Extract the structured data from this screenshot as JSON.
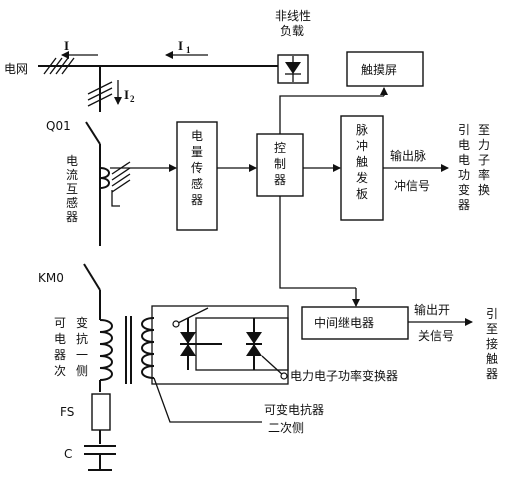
{
  "grid": {
    "label": "电网",
    "current_total": "I",
    "current_load": "I",
    "current_load_sub": "1",
    "current_branch": "I",
    "current_branch_sub": "2"
  },
  "nonlinear_load": {
    "label_line1": "非线性",
    "label_line2": "负载"
  },
  "touch_screen": {
    "label": "触摸屏"
  },
  "breaker": {
    "label": "Q01"
  },
  "current_transformer": {
    "label": "电流互感器"
  },
  "power_sensor": {
    "label": "电量传感器"
  },
  "controller": {
    "label": "控制器"
  },
  "pulse_board": {
    "label": "脉冲触发板"
  },
  "pulse_output": {
    "line1": "输出脉",
    "line2": "冲信号",
    "target_col1": "引电电功变器",
    "target_col2": "至力子率换"
  },
  "contactor": {
    "label": "KM0"
  },
  "variable_reactor": {
    "col_left": "可电器次",
    "col_right": "变抗一侧"
  },
  "relay": {
    "label": "中间继电器"
  },
  "relay_output": {
    "line1": "输出开",
    "line2": "关信号",
    "target_col1": "引至接触器"
  },
  "converter": {
    "label": "电力电子功率变换器"
  },
  "reactor_secondary": {
    "line1": "可变电抗器",
    "line2": "二次侧"
  },
  "fuse": {
    "label": "FS"
  },
  "capacitor": {
    "label": "C"
  }
}
